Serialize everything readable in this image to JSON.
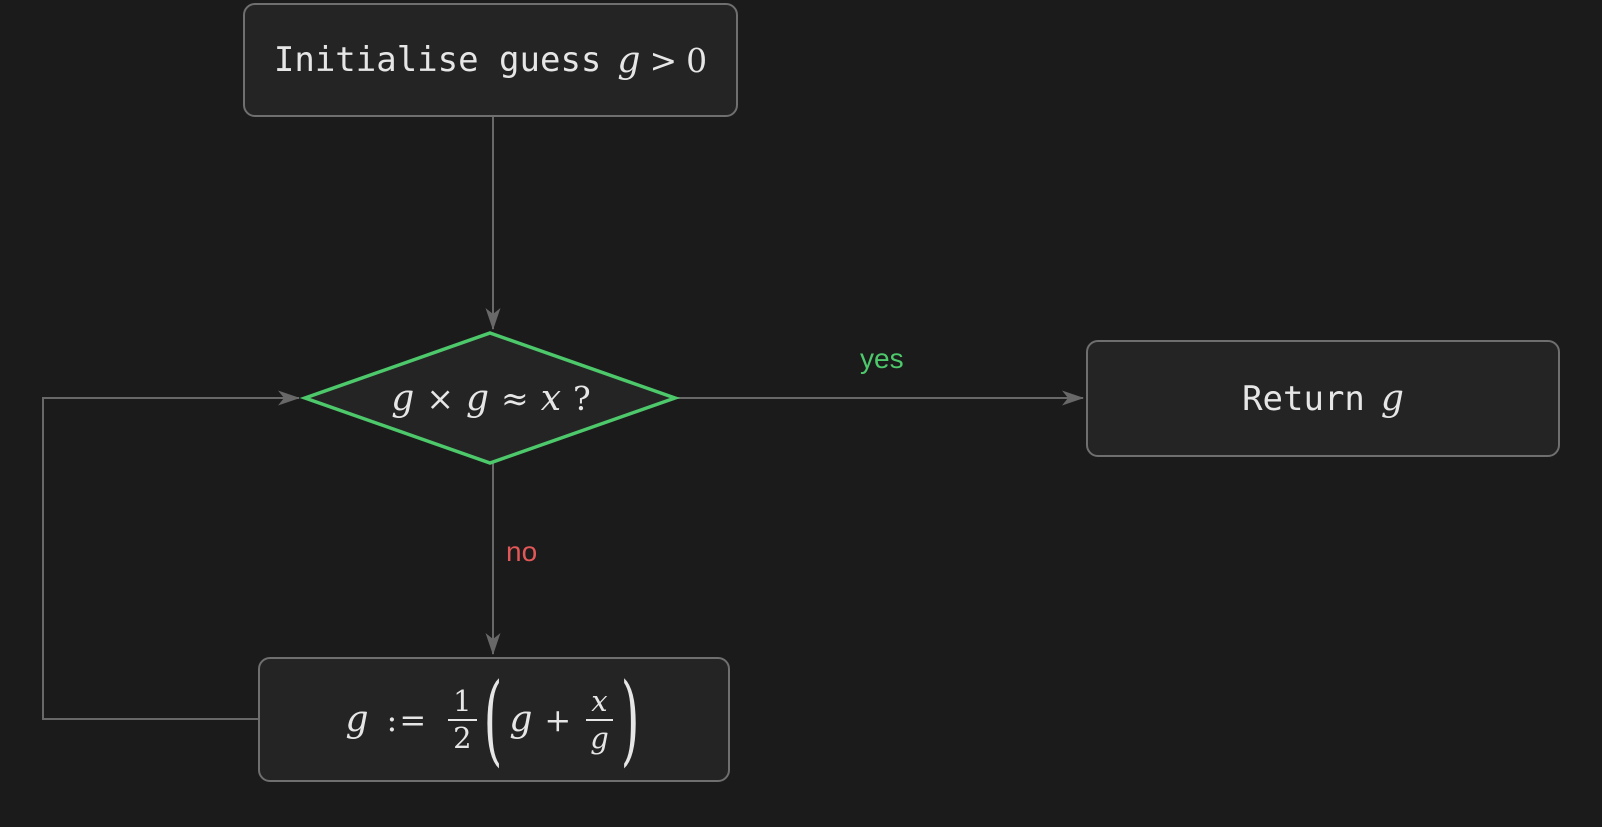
{
  "colors": {
    "background": "#1b1b1b",
    "node_fill": "#242424",
    "node_border": "#6f6f6f",
    "arrow": "#686868",
    "text": "#e6e6e6",
    "accent_green": "#4dc86b",
    "accent_red": "#e25757"
  },
  "nodes": {
    "init": {
      "prefix": "Initialise guess",
      "var": "g",
      "rel": ">",
      "bound": "0"
    },
    "decision": {
      "lhs1": "g",
      "times": "×",
      "lhs2": "g",
      "approx": "≈",
      "rhs": "x",
      "question": "?"
    },
    "return": {
      "prefix": "Return",
      "var": "g"
    },
    "update": {
      "lhs": "g",
      "assign": ":=",
      "coef_num": "1",
      "coef_den": "2",
      "paren_open": "(",
      "inner_var": "g",
      "plus": "+",
      "frac_num": "x",
      "frac_den": "g",
      "paren_close": ")"
    }
  },
  "edges": {
    "yes": "yes",
    "no": "no"
  }
}
